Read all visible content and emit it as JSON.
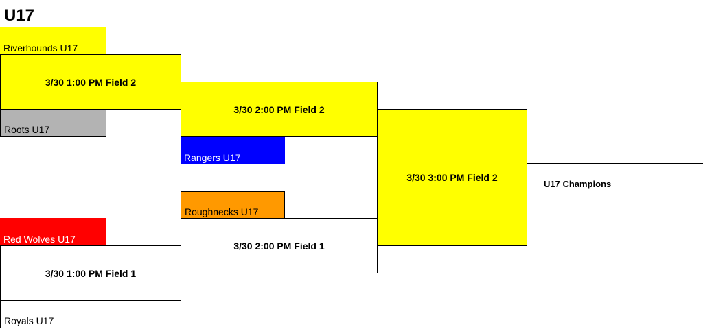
{
  "bracket": {
    "title": "U17",
    "teams": [
      {
        "name": "Riverhounds U17",
        "bg": "#ffff00",
        "text_color": "#000000"
      },
      {
        "name": "Roots U17",
        "bg": "#b3b3b3",
        "text_color": "#000000"
      },
      {
        "name": "Rangers U17",
        "bg": "#0000ff",
        "text_color": "#ffffff"
      },
      {
        "name": "Roughnecks U17",
        "bg": "#ff9900",
        "text_color": "#000000"
      },
      {
        "name": "Red Wolves U17",
        "bg": "#ff0000",
        "text_color": "#ffffff"
      },
      {
        "name": "Royals U17",
        "bg": "#ffffff",
        "text_color": "#000000"
      }
    ],
    "games": [
      {
        "label": "3/30 1:00 PM Field 2",
        "bg": "#ffff00"
      },
      {
        "label": "3/30 2:00 PM Field 2",
        "bg": "#ffff00"
      },
      {
        "label": "3/30 3:00 PM Field 2",
        "bg": "#ffff00"
      },
      {
        "label": "3/30 2:00 PM Field 1",
        "bg": "#ffffff"
      },
      {
        "label": "3/30 1:00 PM Field 1",
        "bg": "#ffffff"
      }
    ],
    "champion_label": "U17 Champions"
  }
}
